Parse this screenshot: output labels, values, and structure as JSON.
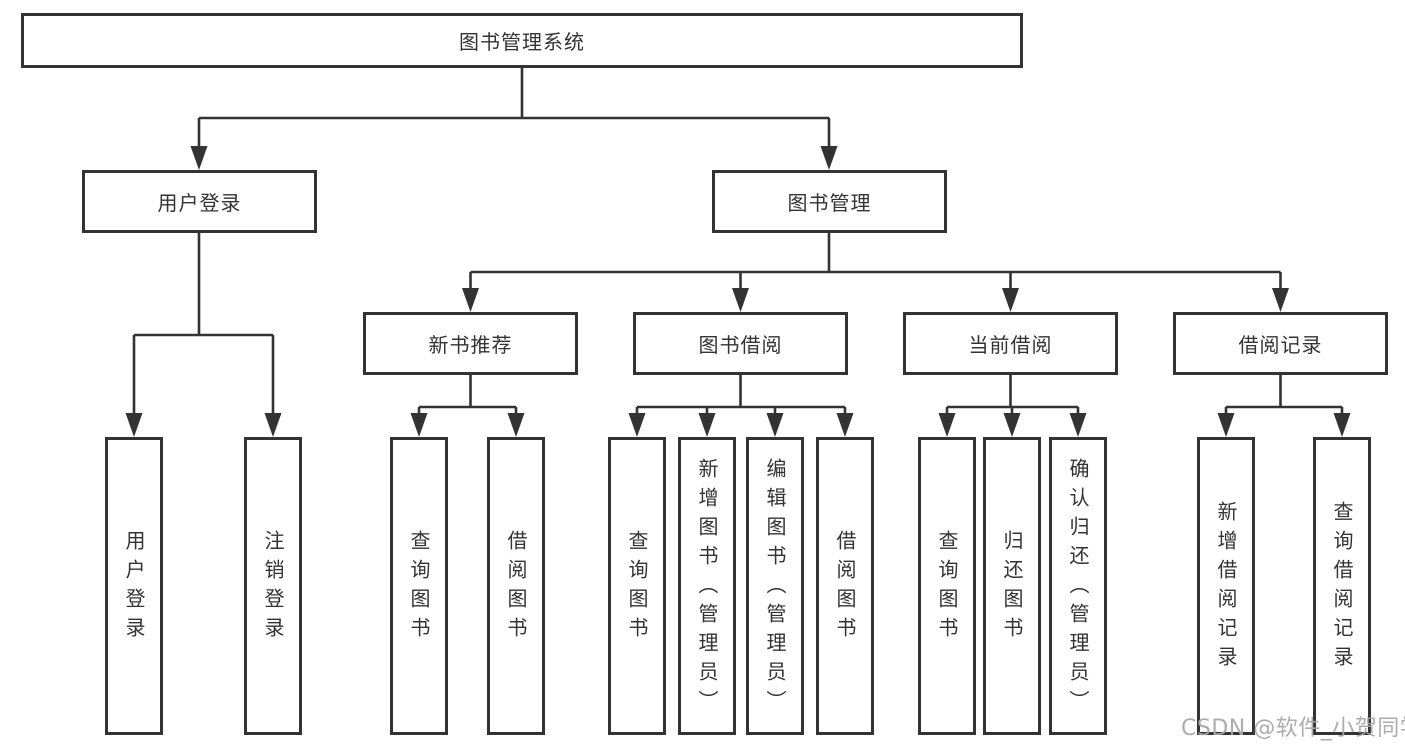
{
  "diagram": {
    "root": {
      "label": "图书管理系统"
    },
    "level2": [
      {
        "label": "用户登录"
      },
      {
        "label": "图书管理"
      }
    ],
    "level3": [
      {
        "label": "新书推荐"
      },
      {
        "label": "图书借阅"
      },
      {
        "label": "当前借阅"
      },
      {
        "label": "借阅记录"
      }
    ],
    "leaves": {
      "user_login": [
        {
          "label": "用户登录"
        },
        {
          "label": "注销登录"
        }
      ],
      "new_book": [
        {
          "label": "查询图书"
        },
        {
          "label": "借阅图书"
        }
      ],
      "book_borrow": [
        {
          "label": "查询图书"
        },
        {
          "label": "新增图书（管理员）"
        },
        {
          "label": "编辑图书（管理员）"
        },
        {
          "label": "借阅图书"
        }
      ],
      "current_borrow": [
        {
          "label": "查询图书"
        },
        {
          "label": "归还图书"
        },
        {
          "label": "确认归还（管理员）"
        }
      ],
      "borrow_records": [
        {
          "label": "新增借阅记录"
        },
        {
          "label": "查询借阅记录"
        }
      ]
    },
    "watermark": "CSDN @软件_小贺同学",
    "colors": {
      "line": "#333333",
      "text": "#333333",
      "box_background": "#ffffff",
      "watermark": "#a8a8a8",
      "page_background": "#ffffff"
    }
  }
}
